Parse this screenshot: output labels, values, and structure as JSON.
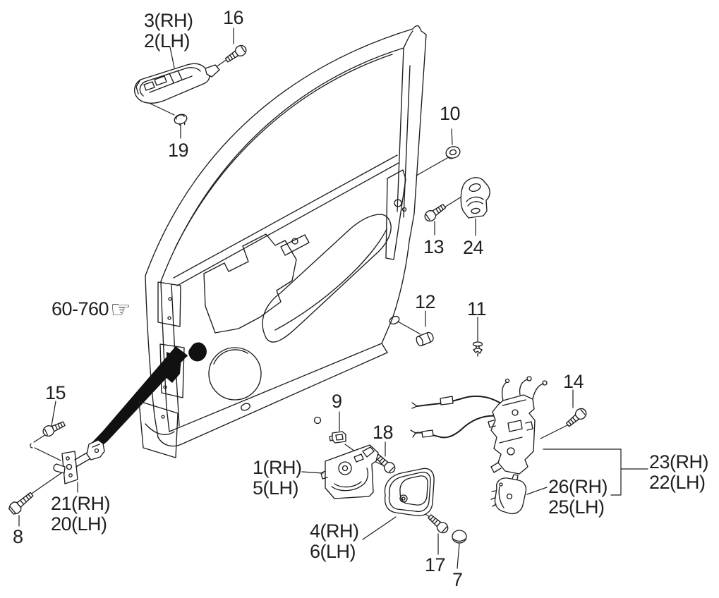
{
  "colors": {
    "background": "#ffffff",
    "line": "#1c1c1c",
    "text": "#1f1f1f"
  },
  "reference": {
    "code": "60-760",
    "icon": "pointing-hand-icon",
    "icon_glyph": "☞"
  },
  "callouts": {
    "outside_handle": {
      "line1": "3(RH)",
      "line2": "2(LH)"
    },
    "n16": {
      "text": "16"
    },
    "n19": {
      "text": "19"
    },
    "n10": {
      "text": "10"
    },
    "n13": {
      "text": "13"
    },
    "n24": {
      "text": "24"
    },
    "n12": {
      "text": "12"
    },
    "n11": {
      "text": "11"
    },
    "n15": {
      "text": "15"
    },
    "door_checker": {
      "line1": "21(RH)",
      "line2": "20(LH)"
    },
    "n8": {
      "text": "8"
    },
    "n9": {
      "text": "9"
    },
    "n18": {
      "text": "18"
    },
    "inside_handle": {
      "line1": "1(RH)",
      "line2": "5(LH)"
    },
    "handle_bezel": {
      "line1": "4(RH)",
      "line2": "6(LH)"
    },
    "n17": {
      "text": "17"
    },
    "n7": {
      "text": "7"
    },
    "n14": {
      "text": "14"
    },
    "latch_assembly": {
      "line1": "23(RH)",
      "line2": "22(LH)"
    },
    "lock_actuator": {
      "line1": "26(RH)",
      "line2": "25(LH)"
    }
  }
}
